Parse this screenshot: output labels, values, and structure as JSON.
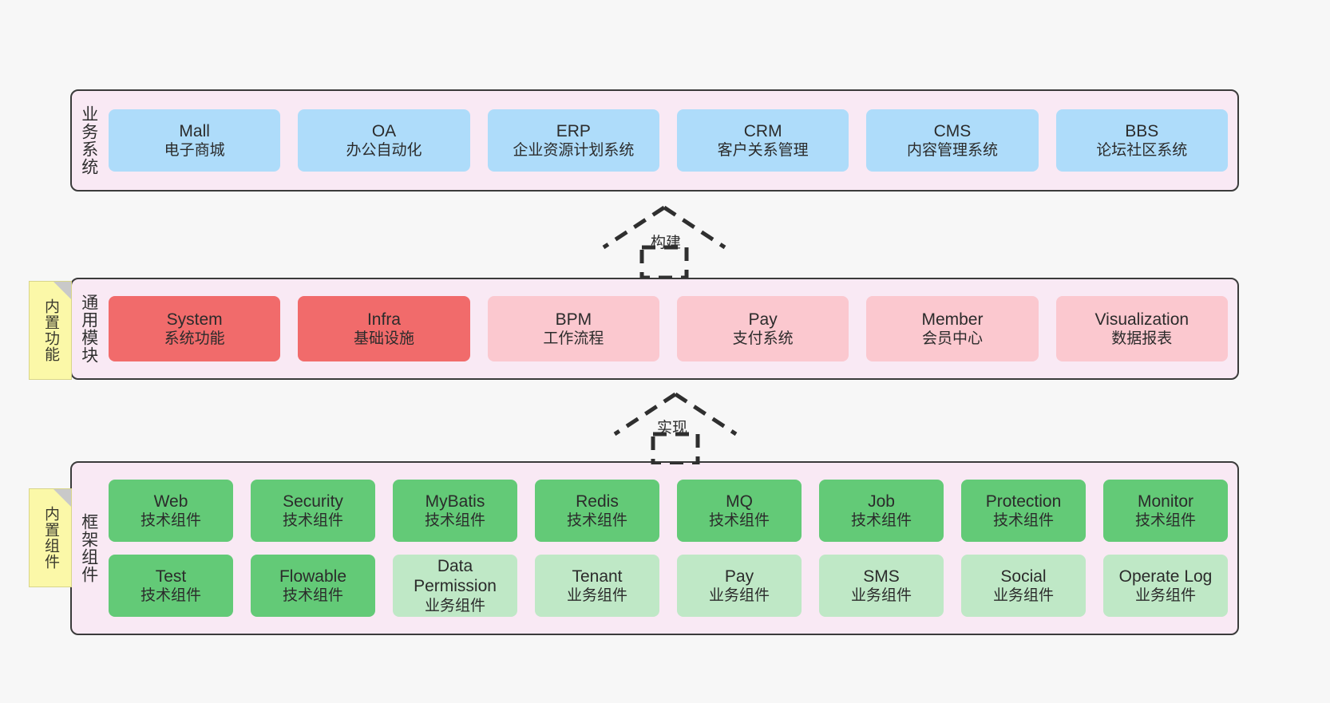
{
  "diagram": {
    "background_color": "#f7f7f7",
    "container_fill": "#f9e9f4",
    "container_border": "#3b3b3b"
  },
  "layers": [
    {
      "id": "business",
      "title": "业务系统",
      "sticky": null,
      "rows": [
        {
          "cells": [
            {
              "en": "Mall",
              "cn": "电子商城",
              "color": "#aedcfa",
              "variant": "c-blue"
            },
            {
              "en": "OA",
              "cn": "办公自动化",
              "color": "#aedcfa",
              "variant": "c-blue"
            },
            {
              "en": "ERP",
              "cn": "企业资源计划系统",
              "color": "#aedcfa",
              "variant": "c-blue"
            },
            {
              "en": "CRM",
              "cn": "客户关系管理",
              "color": "#aedcfa",
              "variant": "c-blue"
            },
            {
              "en": "CMS",
              "cn": "内容管理系统",
              "color": "#aedcfa",
              "variant": "c-blue"
            },
            {
              "en": "BBS",
              "cn": "论坛社区系统",
              "color": "#aedcfa",
              "variant": "c-blue"
            }
          ]
        }
      ]
    },
    {
      "id": "common",
      "title": "通用模块",
      "sticky": "内置功能",
      "rows": [
        {
          "cells": [
            {
              "en": "System",
              "cn": "系统功能",
              "color": "#f16b6b",
              "variant": "c-red"
            },
            {
              "en": "Infra",
              "cn": "基础设施",
              "color": "#f16b6b",
              "variant": "c-red"
            },
            {
              "en": "BPM",
              "cn": "工作流程",
              "color": "#fbc8cf",
              "variant": "c-pink"
            },
            {
              "en": "Pay",
              "cn": "支付系统",
              "color": "#fbc8cf",
              "variant": "c-pink"
            },
            {
              "en": "Member",
              "cn": "会员中心",
              "color": "#fbc8cf",
              "variant": "c-pink"
            },
            {
              "en": "Visualization",
              "cn": "数据报表",
              "color": "#fbc8cf",
              "variant": "c-pink"
            }
          ]
        }
      ]
    },
    {
      "id": "framework",
      "title": "框架组件",
      "sticky": "内置组件",
      "rows": [
        {
          "cells": [
            {
              "en": "Web",
              "cn": "技术组件",
              "color": "#63ca77",
              "variant": "c-green"
            },
            {
              "en": "Security",
              "cn": "技术组件",
              "color": "#63ca77",
              "variant": "c-green"
            },
            {
              "en": "MyBatis",
              "cn": "技术组件",
              "color": "#63ca77",
              "variant": "c-green"
            },
            {
              "en": "Redis",
              "cn": "技术组件",
              "color": "#63ca77",
              "variant": "c-green"
            },
            {
              "en": "MQ",
              "cn": "技术组件",
              "color": "#63ca77",
              "variant": "c-green"
            },
            {
              "en": "Job",
              "cn": "技术组件",
              "color": "#63ca77",
              "variant": "c-green"
            },
            {
              "en": "Protection",
              "cn": "技术组件",
              "color": "#63ca77",
              "variant": "c-green"
            },
            {
              "en": "Monitor",
              "cn": "技术组件",
              "color": "#63ca77",
              "variant": "c-green"
            }
          ]
        },
        {
          "cells": [
            {
              "en": "Test",
              "cn": "技术组件",
              "color": "#63ca77",
              "variant": "c-green"
            },
            {
              "en": "Flowable",
              "cn": "技术组件",
              "color": "#63ca77",
              "variant": "c-green"
            },
            {
              "en": "Data Permission",
              "cn": "业务组件",
              "color": "#bfe8c6",
              "variant": "c-greenlight"
            },
            {
              "en": "Tenant",
              "cn": "业务组件",
              "color": "#bfe8c6",
              "variant": "c-greenlight"
            },
            {
              "en": "Pay",
              "cn": "业务组件",
              "color": "#bfe8c6",
              "variant": "c-greenlight"
            },
            {
              "en": "SMS",
              "cn": "业务组件",
              "color": "#bfe8c6",
              "variant": "c-greenlight"
            },
            {
              "en": "Social",
              "cn": "业务组件",
              "color": "#bfe8c6",
              "variant": "c-greenlight"
            },
            {
              "en": "Operate Log",
              "cn": "业务组件",
              "color": "#bfe8c6",
              "variant": "c-greenlight"
            }
          ]
        }
      ]
    }
  ],
  "arrows": [
    {
      "id": "build",
      "label": "构建",
      "style": "dashed-hollow-triangle-up",
      "from": "common",
      "to": "business"
    },
    {
      "id": "impl",
      "label": "实现",
      "style": "dashed-hollow-triangle-up",
      "from": "framework",
      "to": "common"
    }
  ]
}
